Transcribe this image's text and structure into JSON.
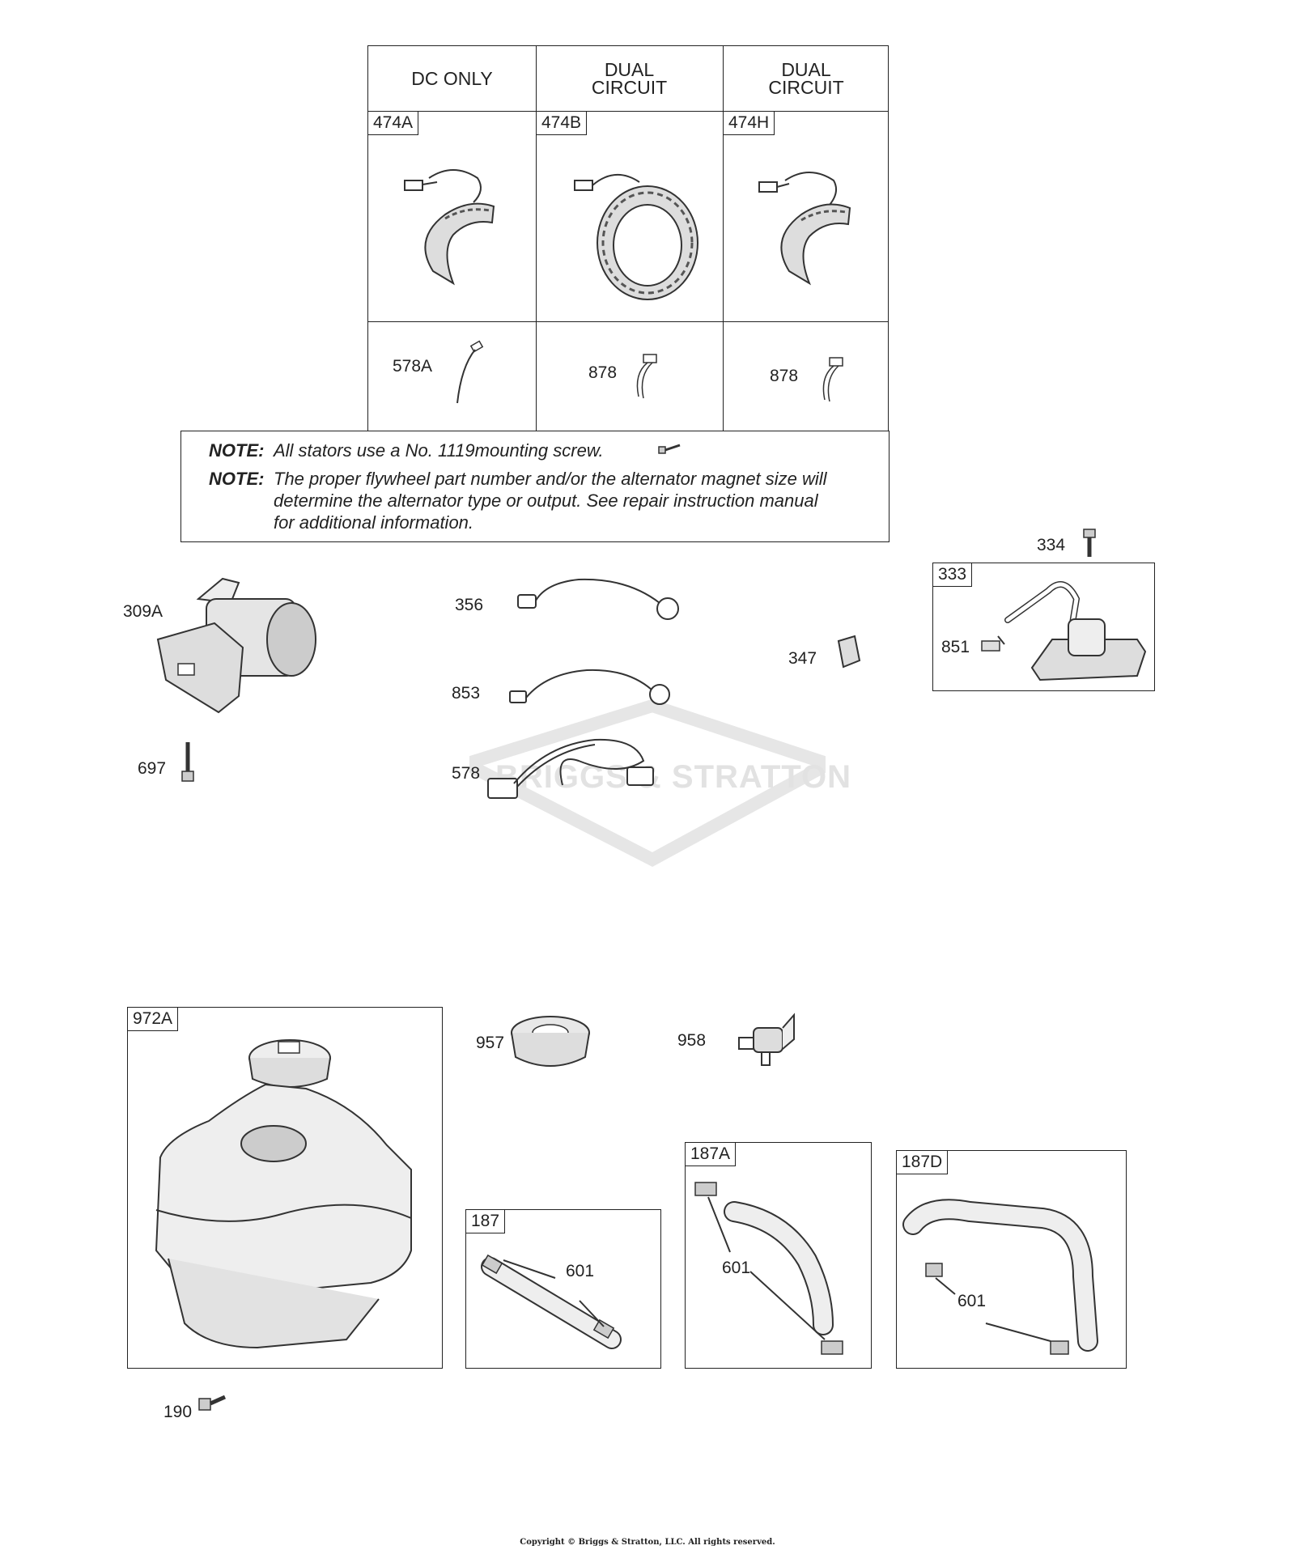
{
  "stator_table": {
    "columns": [
      {
        "header_line1": "DC ONLY",
        "header_line2": "",
        "stator_part": "474A",
        "wire_part": "578A"
      },
      {
        "header_line1": "DUAL",
        "header_line2": "CIRCUIT",
        "stator_part": "474B",
        "wire_part": "878"
      },
      {
        "header_line1": "DUAL",
        "header_line2": "CIRCUIT",
        "stator_part": "474H",
        "wire_part": "878"
      }
    ]
  },
  "notes": {
    "label1": "NOTE:",
    "text1": "All stators use a No. 1119mounting screw.",
    "label2": "NOTE:",
    "text2_line1": "The proper flywheel part number and/or the alternator magnet size will",
    "text2_line2": "determine the alternator type or output. See repair instruction manual",
    "text2_line3": "for additional information."
  },
  "parts": {
    "p309A": "309A",
    "p697": "697",
    "p356": "356",
    "p853": "853",
    "p578": "578",
    "p347": "347",
    "p334": "334",
    "p333": "333",
    "p851": "851",
    "p972A": "972A",
    "p190": "190",
    "p957": "957",
    "p958": "958",
    "p187": "187",
    "p187_601": "601",
    "p187A": "187A",
    "p187A_601": "601",
    "p187D": "187D",
    "p187D_601": "601"
  },
  "watermark": "BRIGGS & STRATTON",
  "copyright": "Copyright © Briggs & Stratton, LLC. All rights reserved."
}
